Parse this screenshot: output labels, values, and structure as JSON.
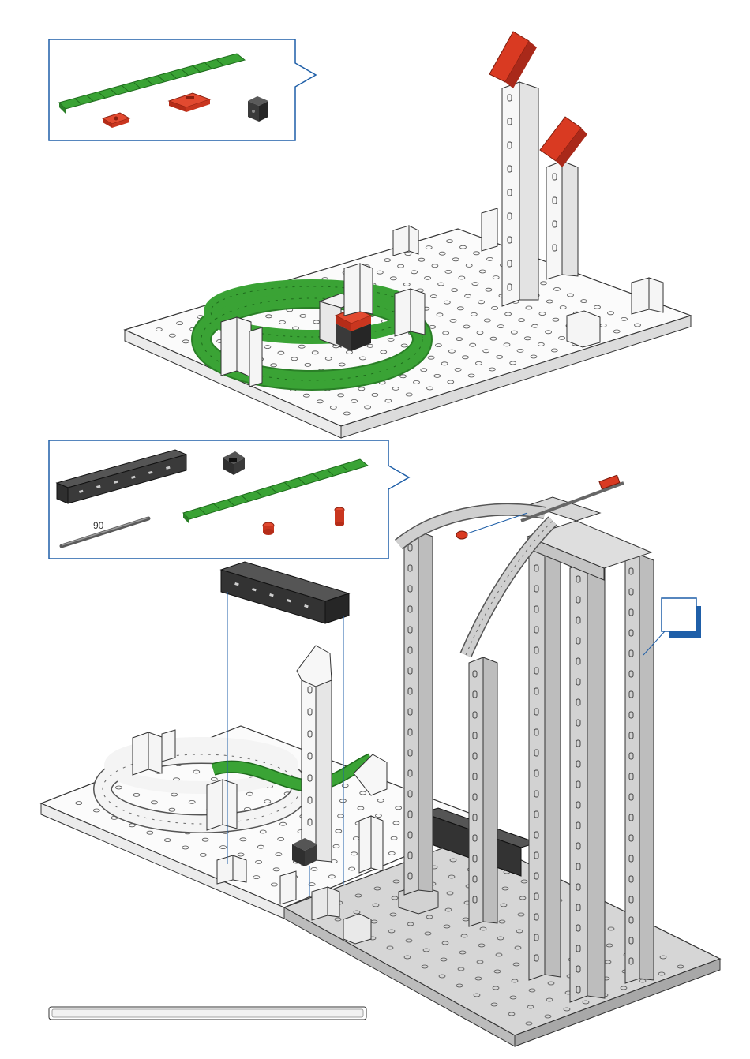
{
  "step_1": {
    "parts": [
      "green-track-segment",
      "red-small-plate",
      "red-plate-with-slots",
      "black-cube-block"
    ]
  },
  "step_2": {
    "parts": [
      "black-building-block-15",
      "black-angle-block",
      "green-track-segment",
      "metal-axle",
      "red-clip",
      "red-bushing"
    ],
    "axle_label": "90"
  },
  "colors": {
    "callout_border": "#1f5fa8",
    "green": "#3aa335",
    "red": "#d93a22",
    "black": "#3a3a3a",
    "grey": "#c9c9c9",
    "white": "#f7f7f7"
  }
}
